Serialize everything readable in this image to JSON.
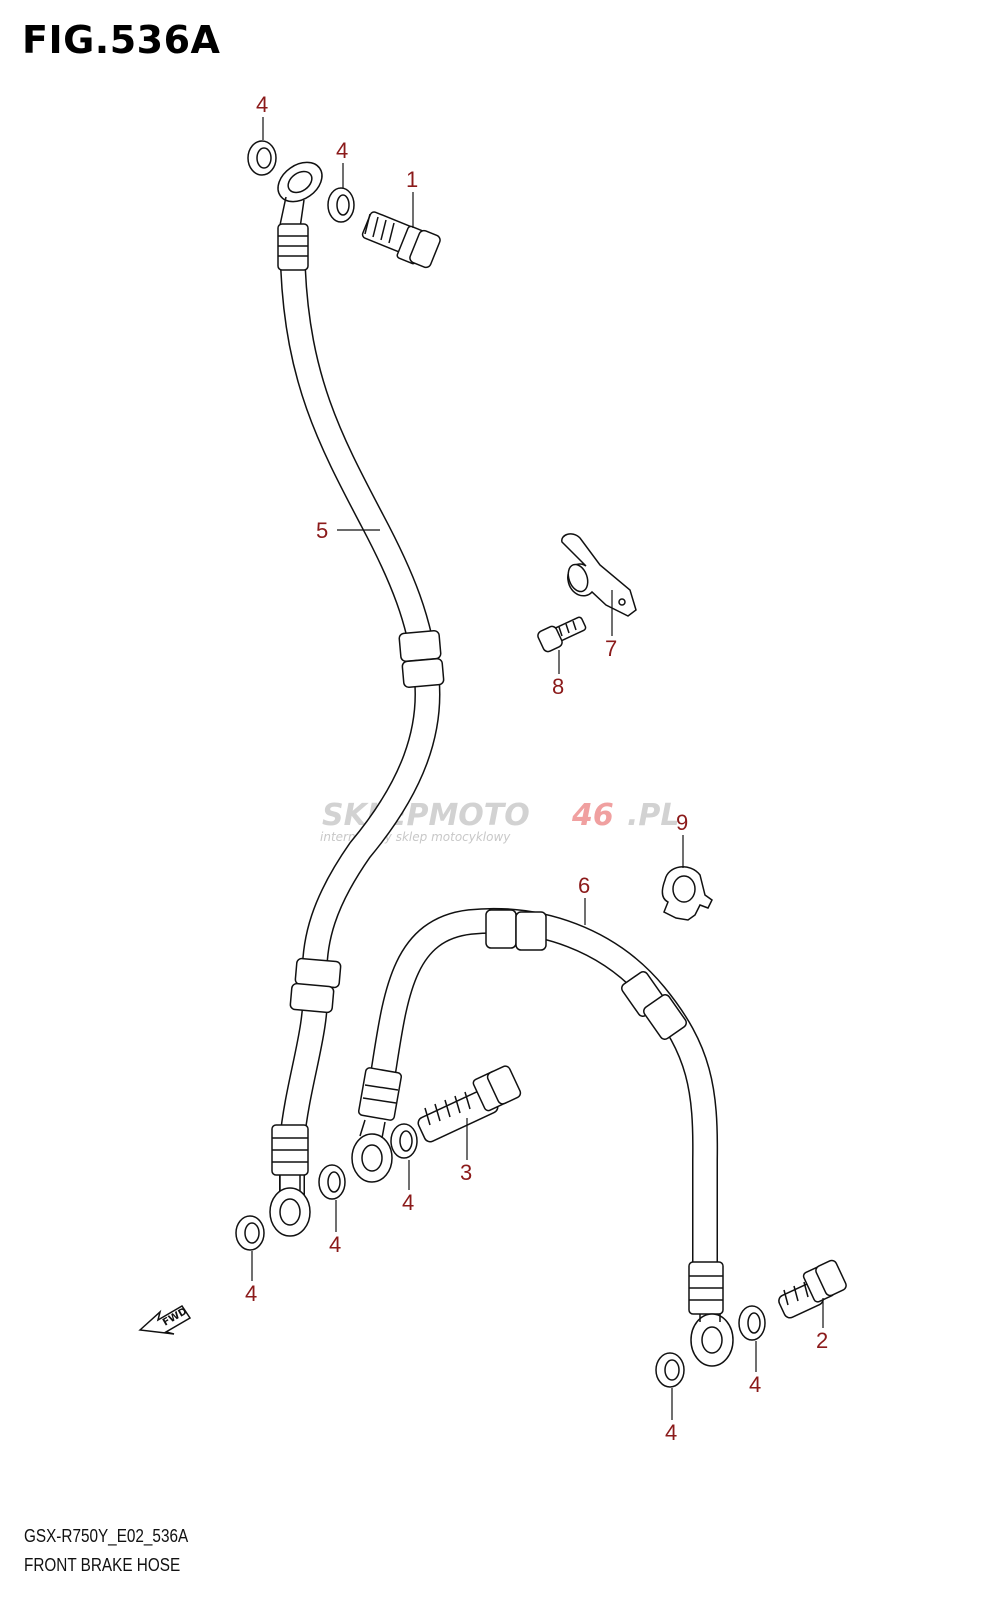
{
  "title": "FIG.536A",
  "footer": {
    "model_code": "GSX-R750Y_E02_536A",
    "caption": "FRONT BRAKE HOSE"
  },
  "watermark": {
    "brand_main": "SKLEPMOTO",
    "brand_number": "46",
    "brand_suffix": ".PL",
    "tagline": "internetowy sklep motocyklowy"
  },
  "fwd_label": "FWD",
  "callouts": [
    {
      "id": "c1",
      "label": "1"
    },
    {
      "id": "c2",
      "label": "2"
    },
    {
      "id": "c3",
      "label": "3"
    },
    {
      "id": "c4a",
      "label": "4"
    },
    {
      "id": "c4b",
      "label": "4"
    },
    {
      "id": "c4c",
      "label": "4"
    },
    {
      "id": "c4d",
      "label": "4"
    },
    {
      "id": "c4e",
      "label": "4"
    },
    {
      "id": "c4f",
      "label": "4"
    },
    {
      "id": "c4g",
      "label": "4"
    },
    {
      "id": "c5",
      "label": "5"
    },
    {
      "id": "c6",
      "label": "6"
    },
    {
      "id": "c7",
      "label": "7"
    },
    {
      "id": "c8",
      "label": "8"
    },
    {
      "id": "c9",
      "label": "9"
    }
  ],
  "colors": {
    "callout": "#8b1a1a",
    "line": "#111111",
    "watermark_gray": "#d2d2d2",
    "watermark_red": "#f0a0a0"
  }
}
